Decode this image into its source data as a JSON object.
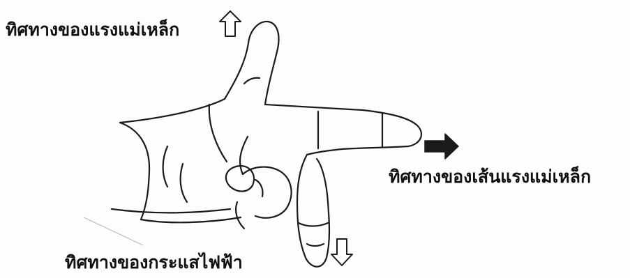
{
  "figure": {
    "labels": {
      "force_direction": "ทิศทางของแรงแม่เหล็ก",
      "field_direction": "ทิศทางของเส้นแรงแม่เหล็ก",
      "current_direction": "ทิศทางของกระแสไฟฟ้า"
    },
    "arrows": {
      "force": {
        "direction": "up",
        "style": "outline",
        "color": "#1a1a1a"
      },
      "field": {
        "direction": "right",
        "style": "solid",
        "color": "#1a1a1a"
      },
      "current": {
        "direction": "down",
        "style": "outline",
        "color": "#1a1a1a"
      }
    },
    "illustration": {
      "subject": "left hand: thumb up, index finger forward, middle finger down",
      "line_color": "#1a1a1a"
    }
  }
}
